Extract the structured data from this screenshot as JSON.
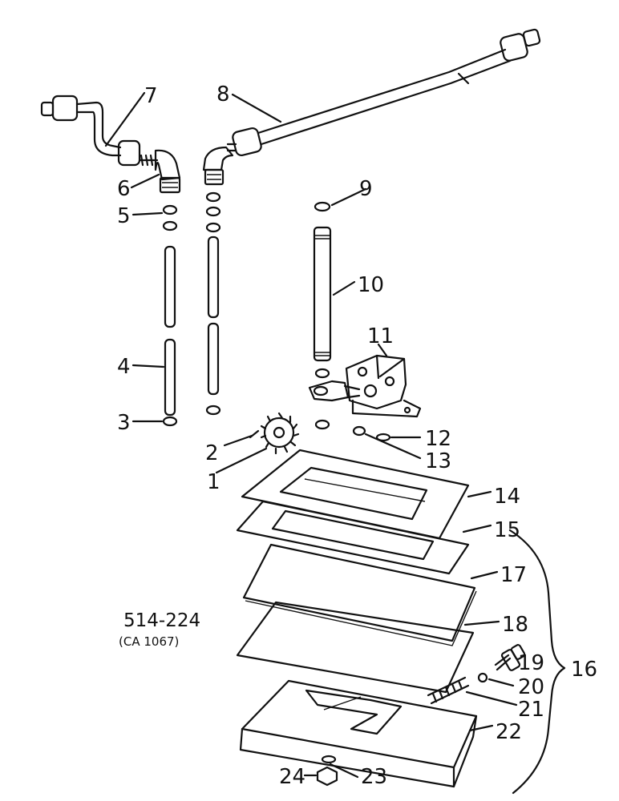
{
  "figure_code": "514-224",
  "figure_ref": "(CA 1067)",
  "callouts": [
    "1",
    "2",
    "3",
    "4",
    "5",
    "6",
    "7",
    "8",
    "9",
    "10",
    "11",
    "12",
    "13",
    "14",
    "15",
    "16",
    "17",
    "18",
    "19",
    "20",
    "21",
    "22",
    "23",
    "24"
  ]
}
